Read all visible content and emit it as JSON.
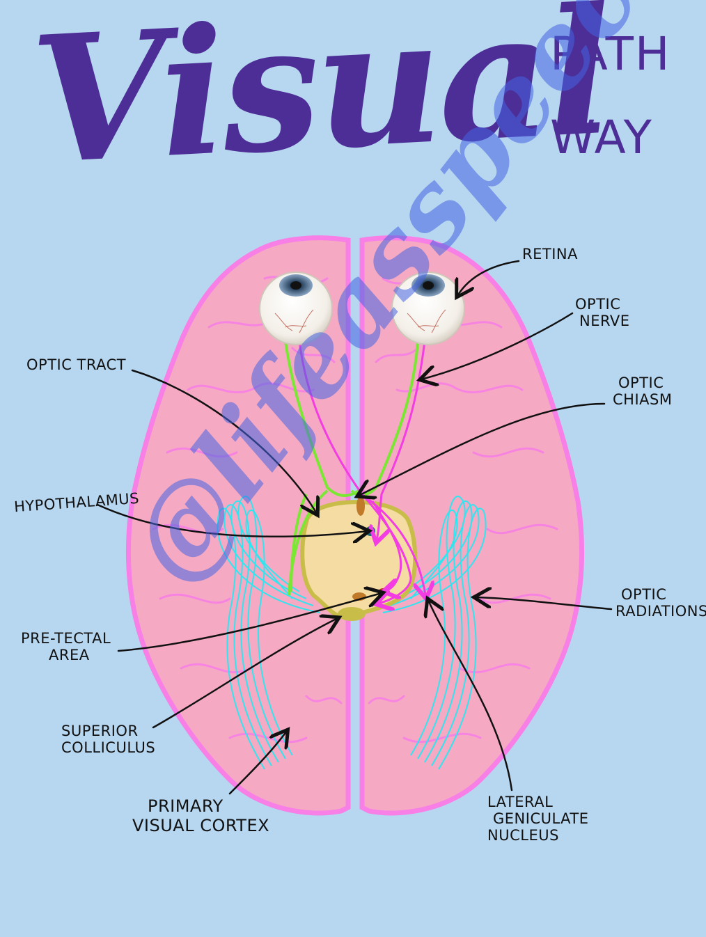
{
  "title": {
    "main": "Visual",
    "side_line1": "PATH",
    "side_line2": "WAY"
  },
  "labels": {
    "retina": "RETINA",
    "optic_nerve_1": "OPTIC",
    "optic_nerve_2": "NERVE",
    "optic_tract": "OPTIC TRACT",
    "optic_chiasm_1": "OPTIC",
    "optic_chiasm_2": "CHIASM",
    "hypothalamus": "HYPOTHALAMUS",
    "optic_radiations_1": "OPTIC",
    "optic_radiations_2": "RADIATIONS",
    "pretectal_1": "PRE-TECTAL",
    "pretectal_2": "AREA",
    "superior_colliculus_1": "SUPERIOR",
    "superior_colliculus_2": "COLLICULUS",
    "primary_visual_cortex_1": "PRIMARY",
    "primary_visual_cortex_2": "VISUAL CORTEX",
    "lgn_1": "LATERAL",
    "lgn_2": "GENICULATE",
    "lgn_3": "NUCLEUS"
  },
  "watermark": "@lifeasspeechie",
  "colors": {
    "background": "#b7d6f0",
    "title": "#4d2e96",
    "brain": "#f5a9c2",
    "brain_outline": "#f77fe6",
    "optic_path_green": "#7ae832",
    "optic_path_magenta": "#f33de3",
    "radiations": "#2fe6f0",
    "thalamus": "#f5dca2",
    "watermark": "#4664e1"
  }
}
